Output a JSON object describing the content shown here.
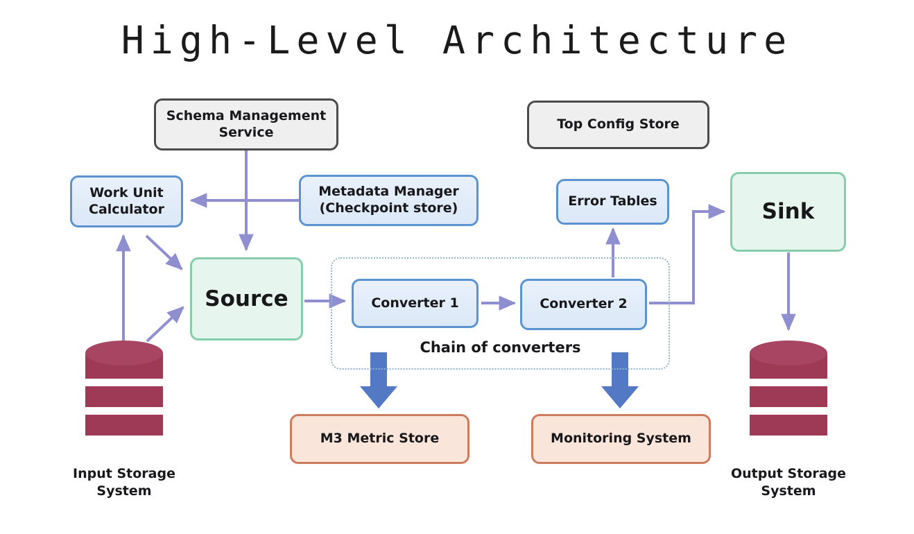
{
  "title": "High-Level Architecture",
  "colors": {
    "blue_fill": "#e3ecf9",
    "blue_border": "#5b92d0",
    "gray_fill": "#efefef",
    "gray_border": "#4a4a4a",
    "green_fill": "#e6f6ee",
    "green_border": "#86ceab",
    "salmon_fill": "#fae5da",
    "salmon_border": "#cd7b5d",
    "arrow": "#8f8fd0",
    "block_arrow": "#5379c4",
    "database": "#9e3a56",
    "dotted_group": "#8fb4cc"
  },
  "nodes": {
    "schema_management_service": "Schema Management\nService",
    "schema_management_service_line1": "Schema Management",
    "schema_management_service_line2": "Service",
    "top_config_store": "Top Config Store",
    "work_unit_calculator_line1": "Work Unit",
    "work_unit_calculator_line2": "Calculator",
    "metadata_manager_line1": "Metadata Manager",
    "metadata_manager_line2": "(Checkpoint store)",
    "error_tables": "Error Tables",
    "sink": "Sink",
    "source": "Source",
    "converter_1": "Converter 1",
    "converter_2": "Converter 2",
    "chain_of_converters": "Chain of converters",
    "m3_metric_store": "M3 Metric Store",
    "monitoring_system": "Monitoring System"
  },
  "databases": {
    "input_storage_line1": "Input Storage",
    "input_storage_line2": "System",
    "output_storage_line1": "Output Storage",
    "output_storage_line2": "System"
  }
}
